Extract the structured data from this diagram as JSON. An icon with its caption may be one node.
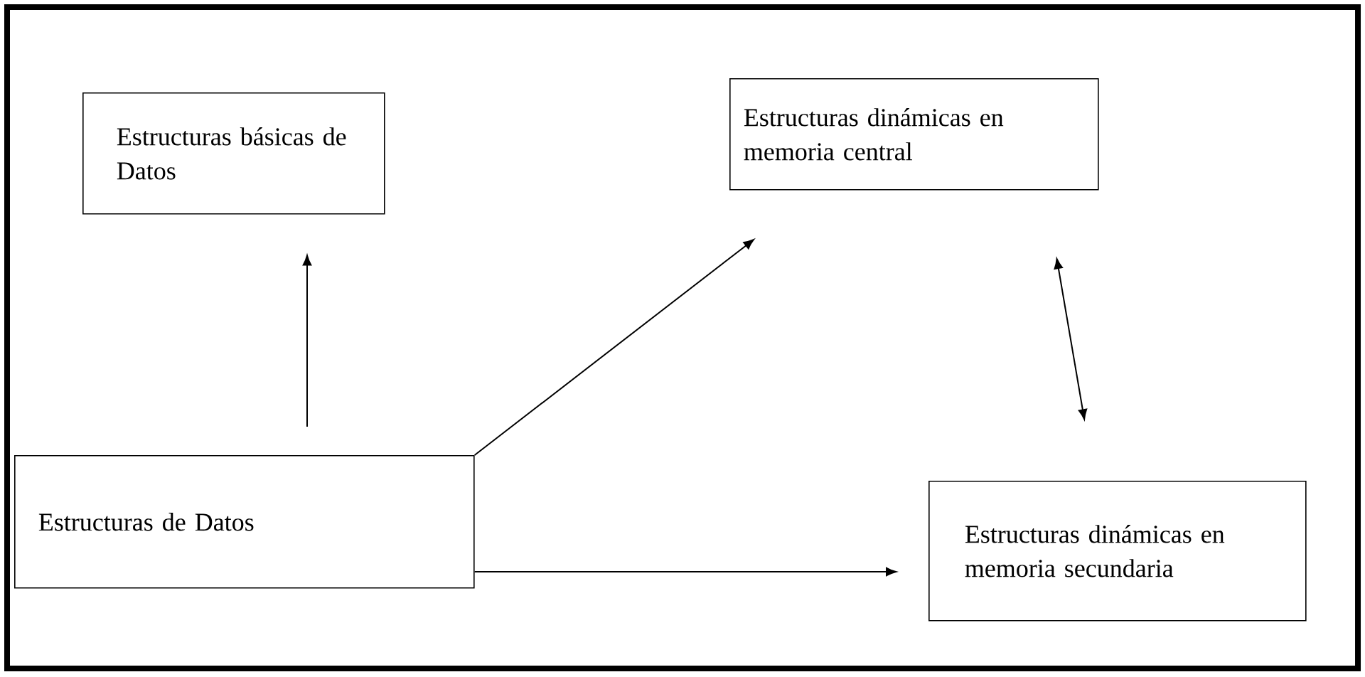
{
  "diagram": {
    "nodes": [
      {
        "text": [
          "Estructuras básicas de Datos"
        ]
      },
      {
        "text": [
          "Estructuras dinámicas en memoria central"
        ]
      },
      {
        "text": [
          "Estructuras de Datos"
        ]
      },
      {
        "text": [
          "Estructuras dinámicas en memoria secundaria"
        ]
      }
    ],
    "edges": [
      {
        "from": 2,
        "to": 0,
        "arrow": "to"
      },
      {
        "from": 2,
        "to": 1,
        "arrow": "to"
      },
      {
        "from": 1,
        "to": 3,
        "arrow": "both"
      },
      {
        "from": 2,
        "to": 3,
        "arrow": "to"
      }
    ]
  }
}
